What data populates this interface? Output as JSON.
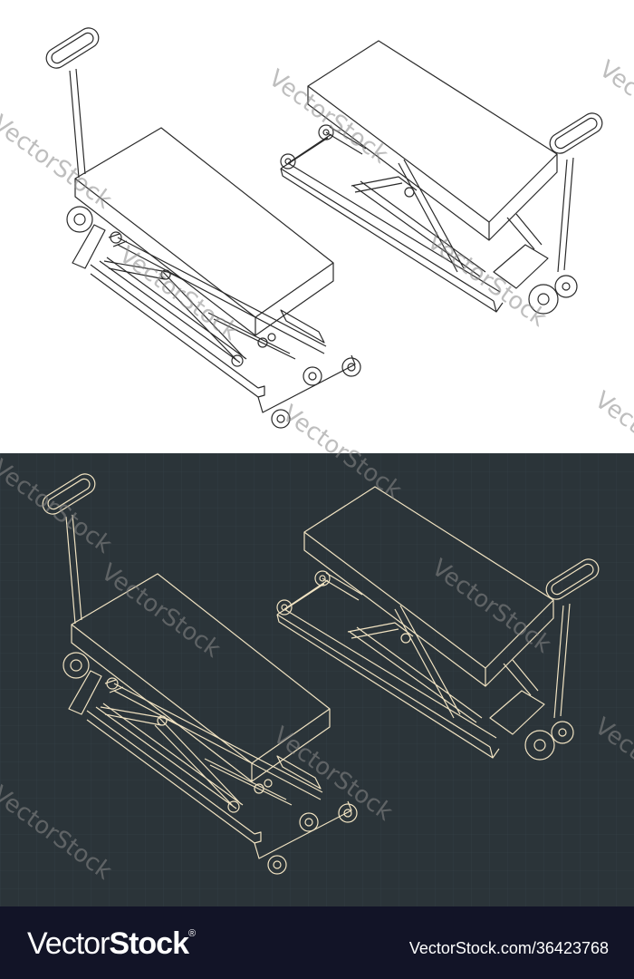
{
  "watermark": {
    "text": "VectorStock"
  },
  "panels": [
    {
      "name": "light",
      "background": "#ffffff",
      "line_color": "#2a2a2a"
    },
    {
      "name": "blueprint",
      "background": "#2b3439",
      "line_color": "#f1e3c2",
      "grid_color": "#36424a"
    }
  ],
  "footer": {
    "background": "#121427",
    "logo_thin": "Vector",
    "logo_bold": "Stock",
    "logo_mark": "®",
    "url": "VectorStock.com/36423768"
  }
}
